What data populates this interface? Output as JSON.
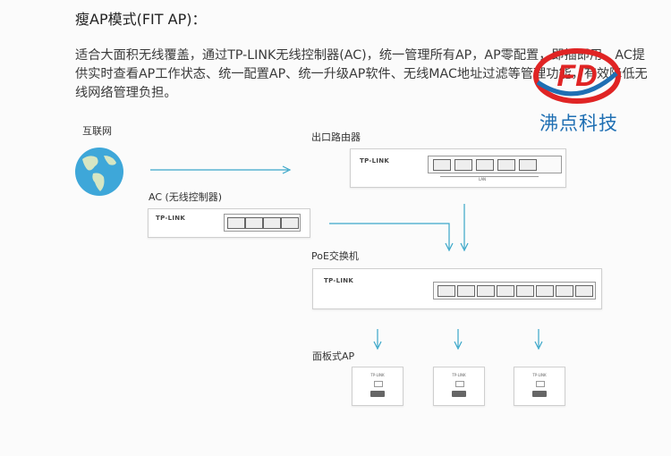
{
  "heading": "瘦AP模式(FIT AP)：",
  "description": "适合大面积无线覆盖，通过TP-LINK无线控制器(AC)，统一管理所有AP，AP零配置，即插即用。AC提供实时查看AP工作状态、统一配置AP、统一升级AP软件、无线MAC地址过滤等管理功能，有效降低无线网络管理负担。",
  "labels": {
    "internet": "互联网",
    "router": "出口路由器",
    "ac": "AC (无线控制器)",
    "poe_switch": "PoE交换机",
    "panel_ap": "面板式AP"
  },
  "device_brand": "TP-LINK",
  "router_lan_label": "LAN",
  "panel_brand": "TP-LINK",
  "logo": {
    "company": "沸点科技",
    "letters": "FD"
  },
  "colors": {
    "arrow": "#3aa7c9",
    "logo_red": "#e02424",
    "logo_blue": "#1f6fb3",
    "globe": "#3ea7d9"
  }
}
